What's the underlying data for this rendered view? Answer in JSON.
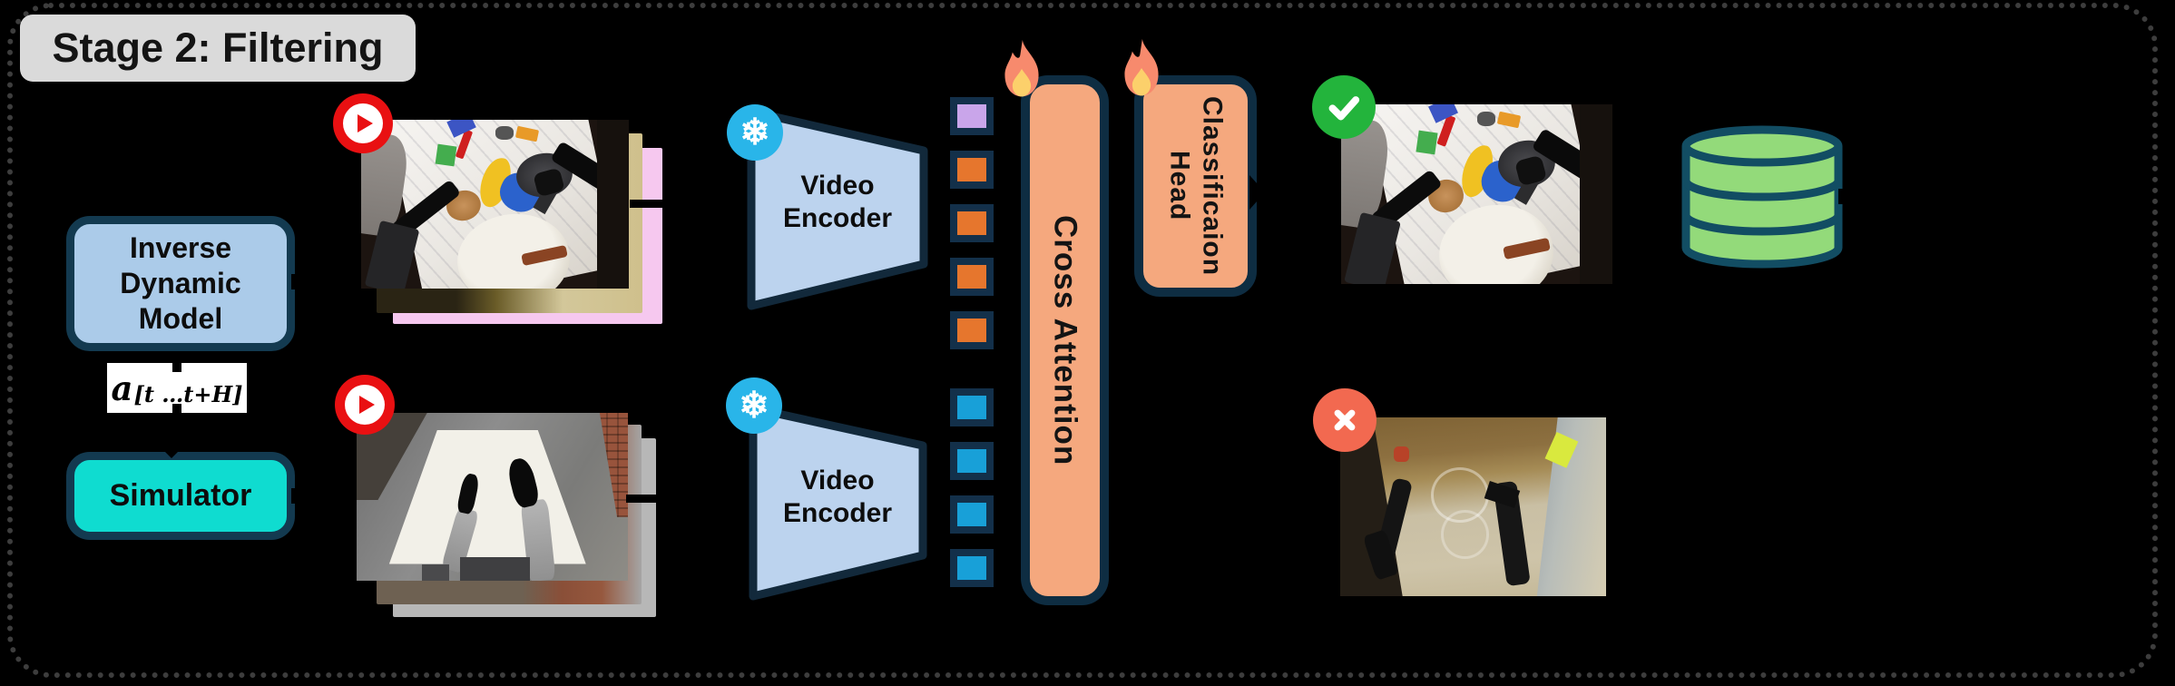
{
  "title": {
    "label": "Stage 2: Filtering"
  },
  "left_column": {
    "idm_label": "Inverse Dynamic Model",
    "action_formula": {
      "base": "a",
      "subscript": "[t …t+H]"
    },
    "simulator_label": "Simulator"
  },
  "encoders": {
    "top_label": "Video Encoder",
    "bottom_label": "Video Encoder"
  },
  "attention": {
    "cross_attention_label": "Cross Attention"
  },
  "classification_head": {
    "line1": "Classificaion",
    "line2": "Head"
  },
  "icons": {
    "snowflake_glyph": "❄",
    "play": "play-icon",
    "fire": "fire-icon",
    "check": "check-icon",
    "cross": "cross-icon",
    "database": "database-icon"
  },
  "tokens": {
    "top_group": [
      "purple",
      "orange",
      "orange",
      "orange",
      "orange"
    ],
    "bottom_group": [
      "blue",
      "blue",
      "blue",
      "blue"
    ]
  },
  "colors": {
    "background": "#000000",
    "title_gray": "#dadada",
    "box_border": "#133a50",
    "idm_fill": "#abcbe9",
    "simulator_fill": "#0fdcd0",
    "encoder_fill": "#bcd3ee",
    "attention_fill": "#f5a87e",
    "token_purple": "#c9a5ea",
    "token_orange": "#e6762d",
    "token_blue": "#18a0d8",
    "snowflake_badge": "#29b5e9",
    "check_green": "#23b43c",
    "cross_red": "#f26950",
    "play_red": "#e91012",
    "database_green": "#93da7a",
    "database_outline": "#124d63",
    "stack_pink": "#f6c8ef",
    "stack_gray": "#b7b7b7"
  }
}
